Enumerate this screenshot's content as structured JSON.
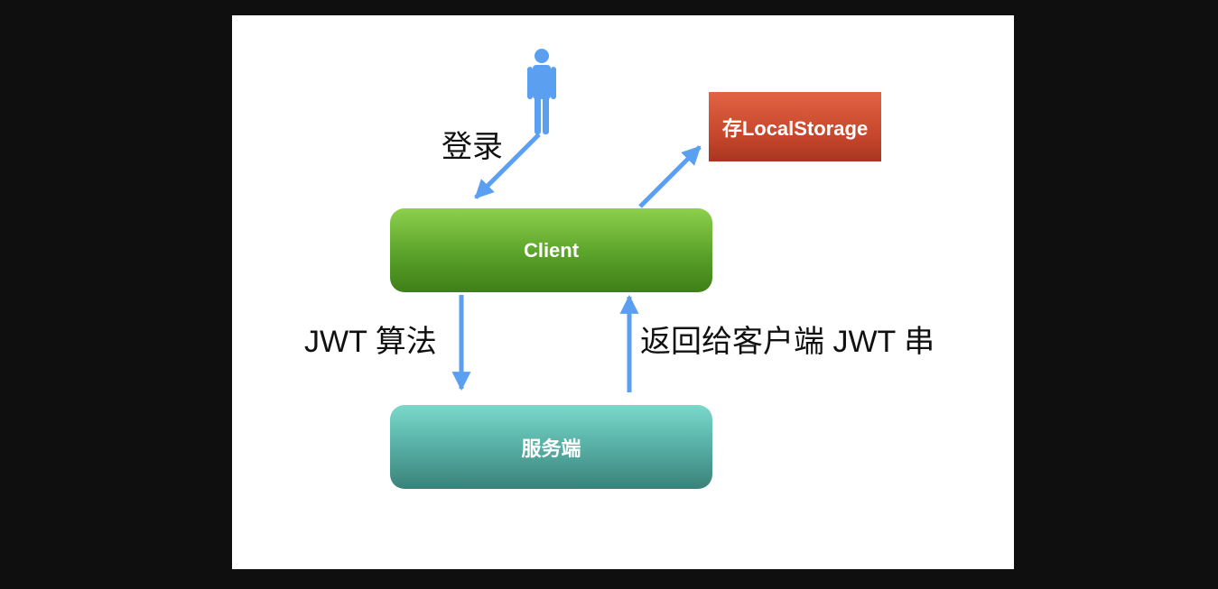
{
  "diagram": {
    "user_icon": "person-icon",
    "nodes": {
      "client": "Client",
      "server": "服务端",
      "storage": "存LocalStorage"
    },
    "edges": {
      "login": "登录",
      "jwt_algorithm": "JWT 算法",
      "return_jwt": "返回给客户端  JWT 串"
    },
    "colors": {
      "arrow": "#5a9ff0",
      "client": "#5aa22a",
      "server": "#54aaa0",
      "storage": "#c8482d",
      "person": "#5a9ff0"
    }
  }
}
